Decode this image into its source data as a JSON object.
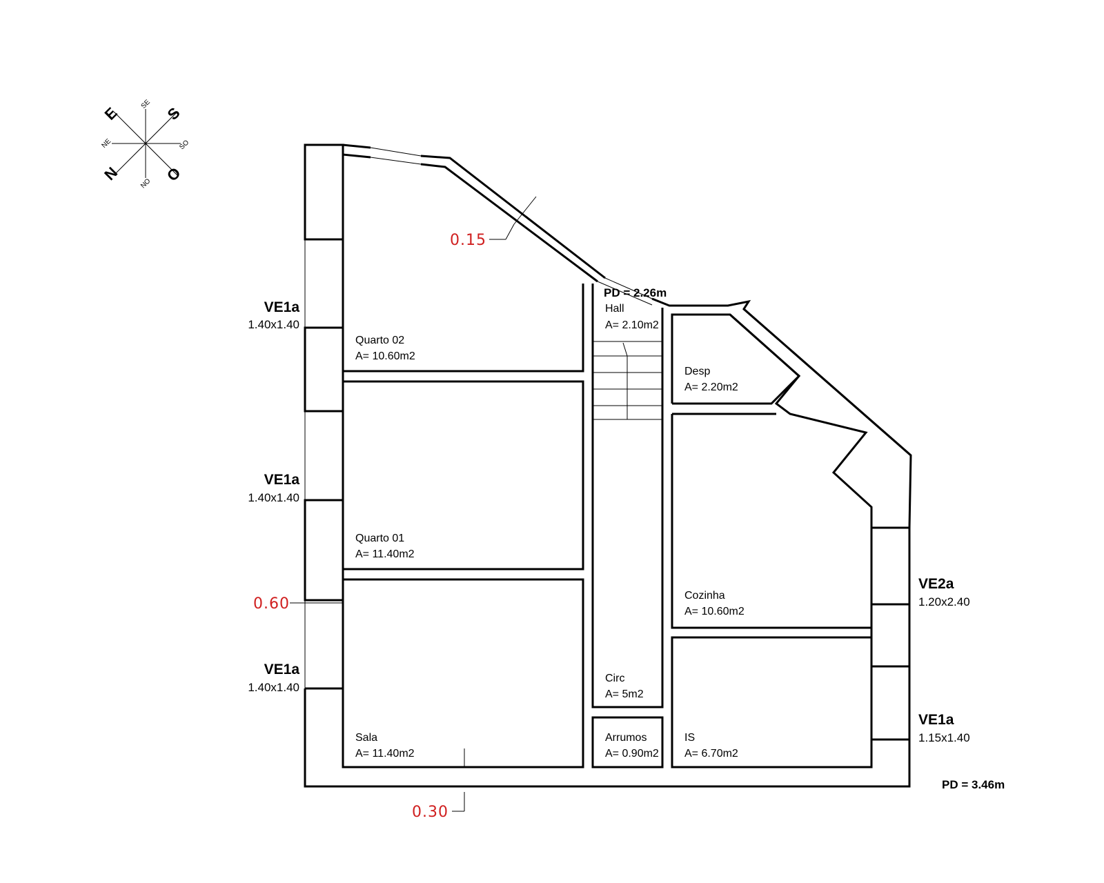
{
  "compass": {
    "main": {
      "north": "N",
      "east": "E",
      "south": "S",
      "west": "O"
    },
    "inter": {
      "ne": "NE",
      "se": "SE",
      "so": "SO",
      "no": "NO"
    }
  },
  "rooms": {
    "quarto02": {
      "name": "Quarto 02",
      "area": "A= 10.60m2"
    },
    "quarto01": {
      "name": "Quarto 01",
      "area": "A= 11.40m2"
    },
    "sala": {
      "name": "Sala",
      "area": "A= 11.40m2"
    },
    "hall": {
      "name": "Hall",
      "area": "A= 2.10m2"
    },
    "circ": {
      "name": "Circ",
      "area": "A= 5m2"
    },
    "arrumos": {
      "name": "Arrumos",
      "area": "A= 0.90m2"
    },
    "desp": {
      "name": "Desp",
      "area": "A= 2.20m2"
    },
    "cozinha": {
      "name": "Cozinha",
      "area": "A= 10.60m2"
    },
    "is": {
      "name": "IS",
      "area": "A= 6.70m2"
    }
  },
  "windows": {
    "w1": {
      "code": "VE1a",
      "size": "1.40x1.40"
    },
    "w2": {
      "code": "VE1a",
      "size": "1.40x1.40"
    },
    "w3": {
      "code": "VE1a",
      "size": "1.40x1.40"
    },
    "w4": {
      "code": "VE2a",
      "size": "1.20x2.40"
    },
    "w5": {
      "code": "VE1a",
      "size": "1.15x1.40"
    }
  },
  "dimensions": {
    "d015": "0.15",
    "d060": "0.60",
    "d030": "0.30"
  },
  "ceiling": {
    "hall": "PD = 2.26m",
    "main": "PD = 3.46m"
  }
}
